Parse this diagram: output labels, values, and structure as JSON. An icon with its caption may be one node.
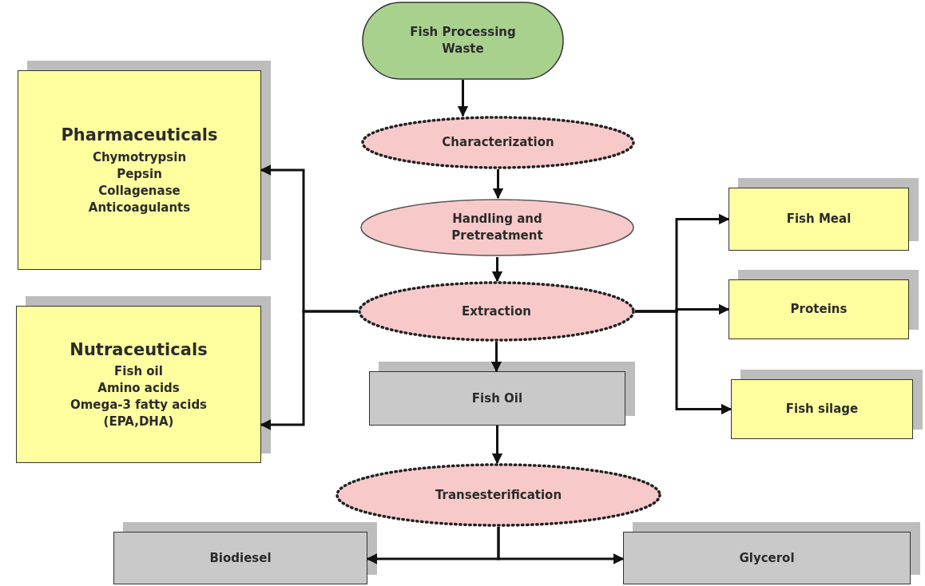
{
  "diagram": {
    "nodes": [
      {
        "text": [
          "Fish Processing Waste"
        ]
      },
      {
        "text": [
          "Characterization"
        ]
      },
      {
        "text": [
          "Handling and Pretreatment"
        ]
      },
      {
        "text": [
          "Extraction"
        ]
      },
      {
        "text": [
          "Pharmaceuticals",
          "Chymotrypsin",
          "Pepsin",
          "Collagenase",
          "Anticoagulants"
        ]
      },
      {
        "text": [
          "Nutraceuticals",
          "Fish oil",
          "Amino acids",
          "Omega-3 fatty acids",
          "(EPA,DHA)"
        ]
      },
      {
        "text": [
          "Fish Meal"
        ]
      },
      {
        "text": [
          "Proteins"
        ]
      },
      {
        "text": [
          "Fish silage"
        ]
      },
      {
        "text": [
          "Fish Oil"
        ]
      },
      {
        "text": [
          "Transesterification"
        ]
      },
      {
        "text": [
          "Biodiesel"
        ]
      },
      {
        "text": [
          "Glycerol"
        ]
      }
    ],
    "edges": [
      {
        "from": 0,
        "to": 1,
        "arrow": "to"
      },
      {
        "from": 1,
        "to": 2,
        "arrow": "to"
      },
      {
        "from": 2,
        "to": 3,
        "arrow": "to"
      },
      {
        "from": 3,
        "to": 4,
        "arrow": "to"
      },
      {
        "from": 3,
        "to": 5,
        "arrow": "to"
      },
      {
        "from": 3,
        "to": 6,
        "arrow": "to"
      },
      {
        "from": 3,
        "to": 7,
        "arrow": "to"
      },
      {
        "from": 3,
        "to": 8,
        "arrow": "to"
      },
      {
        "from": 3,
        "to": 9,
        "arrow": "to"
      },
      {
        "from": 9,
        "to": 10,
        "arrow": "to"
      },
      {
        "from": 10,
        "to": 11,
        "arrow": "to"
      },
      {
        "from": 10,
        "to": 12,
        "arrow": "to"
      }
    ]
  }
}
